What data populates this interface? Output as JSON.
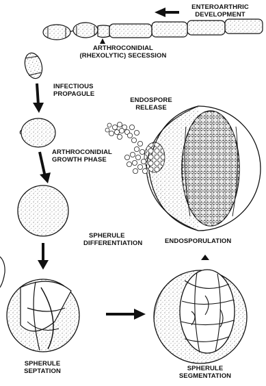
{
  "labels": {
    "enteroarthric_1": "ENTEROARTHRIC",
    "enteroarthric_2": "DEVELOPMENT",
    "secession_1": "ARTHROCONIDIAL",
    "secession_2": "(RHEXOLYTIC) SECESSION",
    "infectious_1": "INFECTIOUS",
    "infectious_2": "PROPAGULE",
    "endospore_1": "ENDOSPORE",
    "endospore_2": "RELEASE",
    "growth_1": "ARTHROCONIDIAL",
    "growth_2": "GROWTH PHASE",
    "differentiation_1": "SPHERULE",
    "differentiation_2": "DIFFERENTIATION",
    "endosporulation": "ENDOSPORULATION",
    "septation_1": "SPHERULE",
    "septation_2": "SEPTATION",
    "segmentation_1": "SPHERULE",
    "segmentation_2": "SEGMENTATION"
  },
  "colors": {
    "ink": "#111111",
    "stipple": "#8a8a8a",
    "background": "#ffffff"
  }
}
